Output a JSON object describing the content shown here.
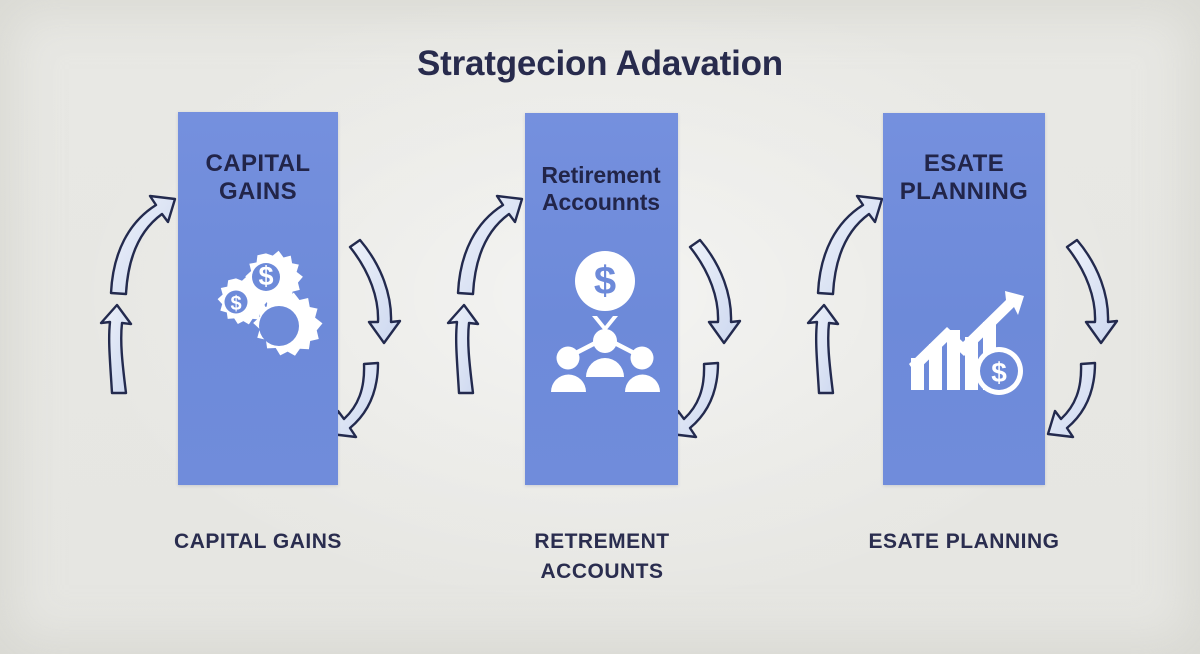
{
  "diagram": {
    "title": "Stratgecion Adavation",
    "background_color": "#e8e8e4",
    "panel_color": "#6d8ad9",
    "text_color": "#2a2d4f",
    "arrow_fill": "#dfe6f5",
    "arrow_stroke": "#232a4e",
    "panels": [
      {
        "id": "capital-gains",
        "header_line1": "CAPITAL",
        "header_line2": "GAINS",
        "header_style": "caps",
        "icon": "gears-dollar-icon",
        "bottom_label_line1": "CAPITAL GAINS",
        "bottom_label_line2": ""
      },
      {
        "id": "retirement-accounts",
        "header_line1": "Retirement",
        "header_line2": "Accounnts",
        "header_style": "mixed",
        "icon": "dollar-coin-people-icon",
        "bottom_label_line1": "RETREMENT",
        "bottom_label_line2": "ACCOUNTS"
      },
      {
        "id": "estate-planning",
        "header_line1": "ESATE",
        "header_line2": "PLANNING",
        "header_style": "caps",
        "icon": "growth-chart-dollar-icon",
        "bottom_label_line1": "ESATE PLANNING",
        "bottom_label_line2": ""
      }
    ],
    "arrows": [
      {
        "id": "arrow-left-up-outer",
        "direction": "up-right"
      },
      {
        "id": "arrow-left-up-inner",
        "direction": "up"
      },
      {
        "id": "arrow-gap1-down-top",
        "direction": "down"
      },
      {
        "id": "arrow-gap1-down-bottom",
        "direction": "down-left"
      },
      {
        "id": "arrow-gap2-up-outer",
        "direction": "up-right"
      },
      {
        "id": "arrow-gap2-up-inner",
        "direction": "up"
      },
      {
        "id": "arrow-gap3-down-top",
        "direction": "down"
      },
      {
        "id": "arrow-gap3-down-bottom",
        "direction": "down-left"
      },
      {
        "id": "arrow-gap4-up-outer",
        "direction": "up-right"
      },
      {
        "id": "arrow-gap4-up-inner",
        "direction": "up"
      },
      {
        "id": "arrow-right-down-top",
        "direction": "down"
      },
      {
        "id": "arrow-right-down-bottom",
        "direction": "down-left"
      }
    ]
  }
}
